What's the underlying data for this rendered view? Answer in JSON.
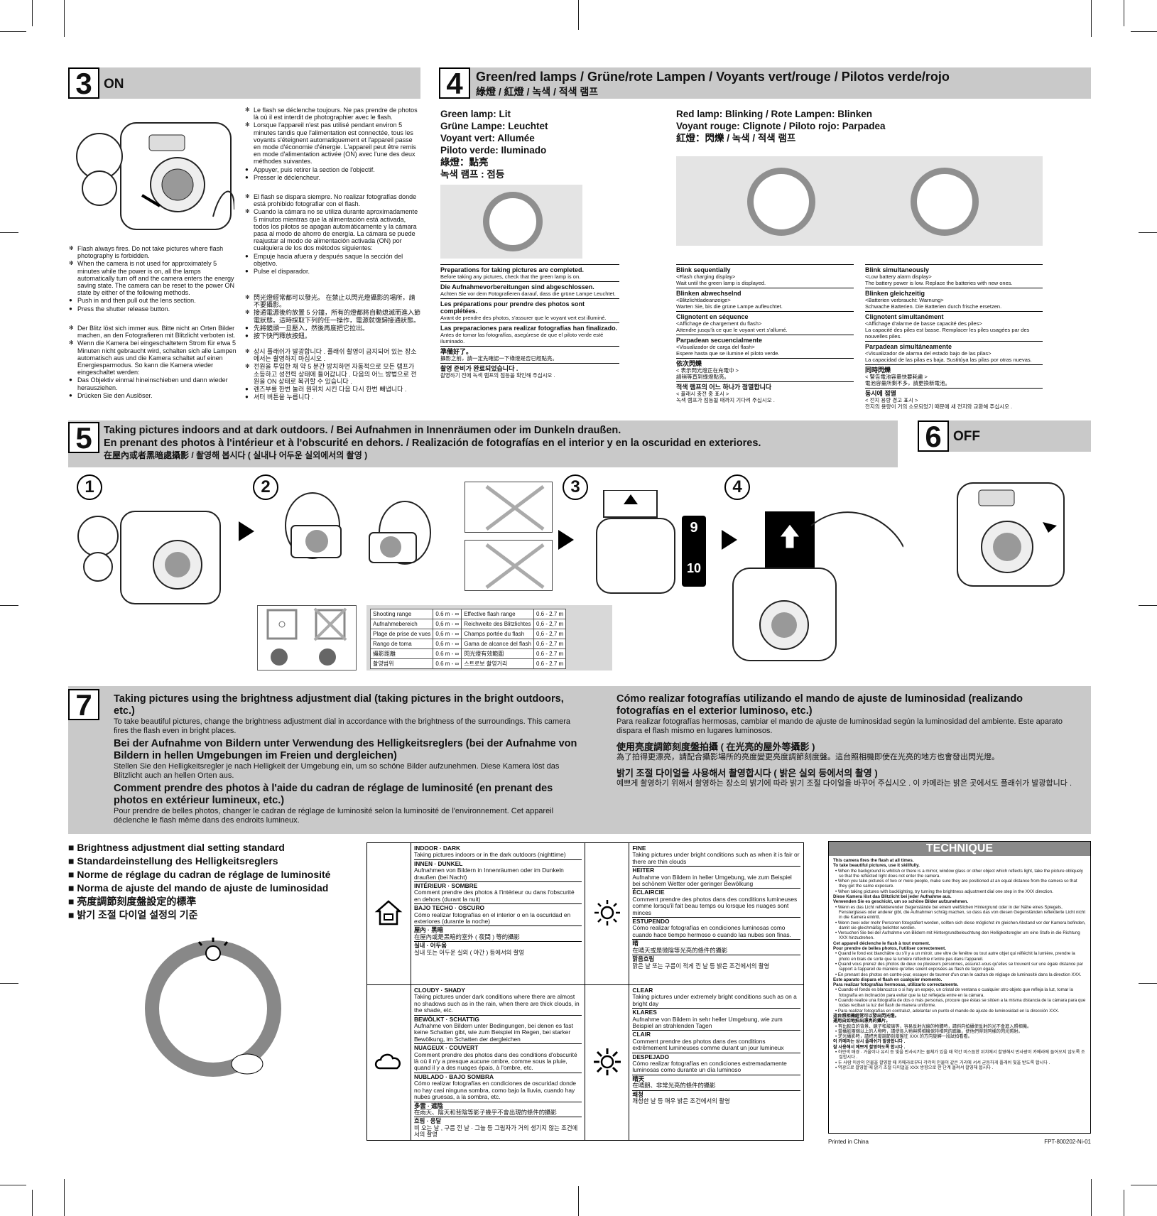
{
  "s3": {
    "num": "3",
    "title": "ON",
    "en": [
      {
        "m": "star",
        "t": "Flash always fires. Do not take pictures where flash photography is forbidden."
      },
      {
        "m": "star",
        "t": "When the camera is not used for approximately 5 minutes while the power is on, all the lamps automatically turn off and the camera enters the energy saving state. The camera can be reset to the power ON state by either of the following methods."
      },
      {
        "m": "dot",
        "t": "Push in and then pull out the lens section."
      },
      {
        "m": "dot",
        "t": "Press the shutter release button."
      }
    ],
    "de": [
      {
        "m": "star",
        "t": "Der Blitz löst sich immer aus. Bitte nicht an Orten Bilder machen, an den Fotografieren mit Blitzlicht verboten ist."
      },
      {
        "m": "star",
        "t": "Wenn die Kamera bei eingeschaltetem Strom für etwa 5 Minuten nicht gebraucht wird, schalten sich alle Lampen automatisch aus und die Kamera schaltet auf einen Energiesparmodus. So kann die Kamera wieder eingeschaltet werden:"
      },
      {
        "m": "dot",
        "t": "Das Objektiv einmal hineinschieben und dann wieder herausziehen."
      },
      {
        "m": "dot",
        "t": "Drücken Sie den Auslöser."
      }
    ],
    "fr": [
      {
        "m": "star",
        "t": "Le flash se déclenche toujours. Ne pas prendre de photos là où il est interdit de photographier avec le flash."
      },
      {
        "m": "star",
        "t": "Lorsque l'appareil n'est pas utilisé pendant environ 5 minutes tandis que l'alimentation est connectée, tous les voyants s'éteignent automatiquement et l'appareil passe en mode d'économie d'énergie. L'appareil peut être remis en mode d'alimentation activée (ON) avec l'une des deux méthodes suivantes."
      },
      {
        "m": "dot",
        "t": "Appuyer, puis retirer la section de l'objectif."
      },
      {
        "m": "dot",
        "t": "Presser le déclencheur."
      }
    ],
    "es": [
      {
        "m": "star",
        "t": "El flash se dispara siempre. No realizar fotografías donde está prohibido fotografiar con el flash."
      },
      {
        "m": "star",
        "t": "Cuando la cámara no se utiliza durante aproximadamente 5 minutos mientras que la alimentación está activada, todos los pilotos se apagan automáticamente y la cámara pasa al modo de ahorro de energía. La cámara se puede reajustar al modo de alimentación activada (ON) por cualquiera de los dos métodos siguientes:"
      },
      {
        "m": "dot",
        "t": "Empuje hacia afuera y después saque la sección del objetivo."
      },
      {
        "m": "dot",
        "t": "Pulse el disparador."
      }
    ],
    "zh": [
      {
        "m": "star",
        "t": "閃光燈經常都可以發光。 在禁止以閃光燈攝影的場所，請不要攝影。"
      },
      {
        "m": "star",
        "t": "接通電源後約放置 5 分鐘，所有的燈都將自動熄滅而進入節電狀態。這時採取下列的任一操作，電源就復歸接通狀態。"
      },
      {
        "m": "dot",
        "t": "先將鏡頭一旦壓入，然後再度把它拉出。"
      },
      {
        "m": "dot",
        "t": "按下快門釋放按鈕。"
      }
    ],
    "ko": [
      {
        "m": "star",
        "t": "상시 플래쉬가 발광합니다 . 플래쉬 촬영이 금지되어 있는 장소에서는 촬영하지 마십시오 ."
      },
      {
        "m": "star",
        "t": "전원을 투입한 채 약 5 분간 방치하면 자동적으로 모든 램프가 소등하고 성전력 상태에 들어갑니다 . 다음의 어느 방법으로 전원을 ON 상태로 복귀할 수 있습니다 ."
      },
      {
        "m": "dot",
        "t": "렌즈부를 한번 눌러 원위치 시킨 다음 다시 한번 빼냅니다 ."
      },
      {
        "m": "dot",
        "t": "셔터 버튼을 누릅니다 ."
      }
    ]
  },
  "s4": {
    "num": "4",
    "title": "Green/red lamps / Grüne/rote Lampen / Voyants vert/rouge / Pilotos verde/rojo",
    "subtitle": "綠燈 / 紅燈 / 녹색 / 적색 램프",
    "green": [
      "Green lamp: Lit",
      "Grüne Lampe: Leuchtet",
      "Voyant vert: Allumée",
      "Piloto verde:  Iluminado",
      "綠燈：點亮",
      "녹색 램프 : 점등"
    ],
    "red": [
      "Red lamp: Blinking / Rote Lampen: Blinken",
      "Voyant rouge: Clignote / Piloto rojo:  Parpadea",
      "紅燈：閃爍 / 녹색 / 적색 램프"
    ],
    "prep": [
      {
        "h": "Preparations for taking pictures are completed.",
        "t": "Before taking any pictures, check that the green lamp is on."
      },
      {
        "h": "Die Aufnahmevorbereitungen sind abgeschlossen.",
        "t": "Achten Sie vor dem Fotografieren darauf, dass die grüne Lampe Leuchtet."
      },
      {
        "h": "Les préparations pour prendre des photos sont complétées.",
        "t": "Avant de prendre des photos, s'assurer que le voyant vert est illuminé."
      },
      {
        "h": "Las preparaciones para realizar fotografías han finalizado.",
        "t": "Antes de tomar las fotografías, asegúrese de que el piloto verde esté iluminado."
      },
      {
        "h": "準備好了。",
        "t": "攝影之前，請一定先確認一下綠燈是否已經點亮。"
      },
      {
        "h": "촬영 준비가 완료되었습니다 .",
        "t": "촬영하기 전에 녹색 램프의 점등을 확인해 주십시오 ."
      }
    ],
    "blink_seq": [
      {
        "h": "Blink sequentially",
        "t": "<Flash charging display>",
        "s": "Wait until the green lamp is displayed."
      },
      {
        "h": "Blinken abwechselnd",
        "t": "<Blitzlichtladeanzeige>",
        "s": "Warten Sie, bis die grüne Lampe aufleuchtet."
      },
      {
        "h": "Clignotent en séquence",
        "t": "<Affichage de chargement du flash>",
        "s": "Attendre jusqu'à ce que le voyant vert s'allumé."
      },
      {
        "h": "Parpadean secuencialmente",
        "t": "<Visualizador de carga del flash>",
        "s": "Espere hasta que se ilumine el piloto verde."
      },
      {
        "h": "依次閃爍",
        "t": "< 表示閃光燈正在充電中 >",
        "s": "請稍等直到綠燈點亮。"
      },
      {
        "h": "적색 램프의 어느 하나가 점멸합니다",
        "t": "< 플래시 충전 중 표시 >",
        "s": "녹색 램프가 점등될 때까지 기다려 주십시오 ."
      }
    ],
    "blink_sim": [
      {
        "h": "Blink simultaneously",
        "t": "<Low battery alarm display>",
        "s": "The battery power is low. Replace the batteries with new ones."
      },
      {
        "h": "Blinken gleichzeitig",
        "t": "<Batterien verbraucht: Warnung>",
        "s": "Schwache Batterien. Die Batterien durch frische ersetzen."
      },
      {
        "h": "Clignotent simultanément",
        "t": "<Affichage d'alarme de basse capacité des piles>",
        "s": "La capacité des piles est basse.  Remplacer les piles usagées par des nouvelles piles."
      },
      {
        "h": "Parpadean simultáneamente",
        "t": "<Visualizador de alarma del estado bajo de las pilas>",
        "s": "La capacidad de las pilas es baja.  Sustitúya las pilas por otras nuevas."
      },
      {
        "h": "同時閃爍",
        "t": "< 警告電池容量快要耗盡 >",
        "s": "電池容量所剩不多，請更換新電池。"
      },
      {
        "h": "동시에 점멸",
        "t": "< 전지 용량 경고 표시 >",
        "s": "전지의 용량이 거의 소모되었기 때문에 새 전지와 교환해 주십시오 ."
      }
    ]
  },
  "s5": {
    "num": "5",
    "lines": [
      "Taking pictures indoors and at dark outdoors. / Bei Aufnahmen in Innenräumen oder im Dunkeln draußen.",
      "En prenant des photos à l'intérieur et à l'obscurité en dehors. / Realización de fotografías en el interior y en la oscuridad en exteriores.",
      "在屋內或者黑暗處攝影 / 촬영해 봅시다 ( 실내나 어두운 실외에서의 촬영 )"
    ],
    "steps": [
      "1",
      "2",
      "3",
      "4"
    ],
    "film_nums": [
      "9",
      "10"
    ],
    "range_table": [
      [
        "Shooting range",
        "0.6 m - ∞",
        "Effective flash range",
        "0.6 - 2.7 m"
      ],
      [
        "Aufnahmebereich",
        "0,6 m - ∞",
        "Reichweite des Blitzlichtes",
        "0,6 - 2,7 m"
      ],
      [
        "Plage de prise de vues",
        "0,6 m - ∞",
        "Champs portée du flash",
        "0,6 - 2,7 m"
      ],
      [
        "Rango de toma",
        "0,6 m - ∞",
        "Gama de alcance del flash",
        "0,6 - 2,7 m"
      ],
      [
        "攝影距離",
        "0.6 m - ∞",
        "閃光燈有效範圍",
        "0.6 - 2.7 m"
      ],
      [
        "촬영범위",
        "0.6 m - ∞",
        "스트로보 촬영거리",
        "0.6 - 2.7 m"
      ]
    ]
  },
  "s6": {
    "num": "6",
    "title": "OFF"
  },
  "s7": {
    "num": "7",
    "en_h": "Taking pictures using the brightness adjustment dial (taking pictures in the bright outdoors, etc.)",
    "en_t": "To take beautiful pictures, change the brightness adjustment dial in accordance with the brightness of the surroundings. This camera fires the flash even in bright places.",
    "de_h": "Bei der Aufnahme von Bildern unter Verwendung des Helligkeitsreglers (bei der Aufnahme von Bildern in hellen Umgebungen im Freien und dergleichen)",
    "de_t": "Stellen Sie den Helligkeitsregler je nach Helligkeit der Umgebung ein, um so schöne Bilder aufzunehmen. Diese Kamera löst das Blitzlicht auch an hellen Orten aus.",
    "fr_h": "Comment prendre des photos à l'aide du cadran de réglage de luminosité (en prenant des photos en extérieur lumineux, etc.)",
    "fr_t": "Pour prendre de belles photos, changer le cadran de réglage de luminosité selon la luminosité de l'environnement. Cet appareil déclenche le flash même dans des endroits lumineux.",
    "es_h": "Cómo realizar fotografías utilizando el mando de ajuste de luminosidad (realizando fotografías en el exterior luminoso, etc.)",
    "es_t": "Para realizar fotografías hermosas, cambiar el mando de ajuste de luminosidad según la luminosidad del ambiente. Este aparato dispara el flash mismo en lugares luminosos.",
    "zh_h": "使用亮度調節刻度盤拍攝 ( 在光亮的屋外等攝影 )",
    "zh_t": "為了拍得更漂亮，請配合攝影場所的亮度變更亮度調節刻度盤。這台照相機即使在光亮的地方也會發出閃光燈。",
    "ko_h": "밝기 조절 다이얼을 사용해서 촬영합시다 ( 밝은 실외 등에서의 촬영 )",
    "ko_t": "예쁘게 촬영하기 위해서 촬영하는 장소의 밝기에 따라 밝기 조절 다이얼을 바꾸어 주십시오 . 이 카메라는 밝은 곳에서도 플래쉬가 발광합니다 ."
  },
  "standard_list": [
    "Brightness adjustment dial setting standard",
    "Standardeinstellung des Helligkeitsreglers",
    "Norme de réglage du cadran de réglage de luminosité",
    "Norma de ajuste del mando de ajuste de luminosidad",
    "亮度調節刻度盤設定的標準",
    "밝기 조절 다이얼 설정의 기준"
  ],
  "std": {
    "indoor": [
      {
        "h": "INDOOR  ·  DARK",
        "t": "Taking pictures indoors or in the dark outdoors (nighttime)"
      },
      {
        "h": "INNEN  ·  DUNKEL",
        "t": "Aufnahmen von Bildern in Innenräumen oder im Dunkeln draußen (bei Nacht)"
      },
      {
        "h": "INTÉRIEUR  ·  SOMBRE",
        "t": "Comment prendre des photos à l'intérieur ou dans l'obscurité en dehors (durant la nuit)"
      },
      {
        "h": "BAJO TECHO  ·  OSCURO",
        "t": "Cómo realizar fotografías en el interior o en la oscuridad en exteriores (durante la noche)"
      },
      {
        "h": "屋內 · 黑暗",
        "t": "在屋內或是黑暗的室外 ( 夜間 ) 等的攝影"
      },
      {
        "h": "실내 · 어두움",
        "t": "실내 또는 어두운 실외 ( 야간 ) 등에서의 촬영"
      }
    ],
    "fine": [
      {
        "h": "FINE",
        "t": "Taking pictures under bright conditions such as when it is fair or there are thin clouds"
      },
      {
        "h": "HEITER",
        "t": "Aufnahme von Bildern in heller Umgebung, wie zum Beispiel bei schönem Wetter oder geringer Bewölkung"
      },
      {
        "h": "ÉCLAIRCIE",
        "t": "Comment prendre des photos dans des conditions lumineuses comme lorsqu'il fait beau temps ou lorsque les nuages sont minces"
      },
      {
        "h": "ESTUPENDO",
        "t": "Cómo realizar fotografías en condiciones luminosas como cuando hace tiempo hermoso o cuando las nubes son finas."
      },
      {
        "h": "晴",
        "t": "在晴天或是微陰等光亮的條件的攝影"
      },
      {
        "h": "맑음흐림",
        "t": "맑은 날 또는 구름이 적게 낀 날 등 밝은 조건에서의 촬영"
      }
    ],
    "cloudy": [
      {
        "h": "CLOUDY  ·  SHADY",
        "t": "Taking pictures under dark conditions where there are almost no shadows such as in the rain, when there are thick clouds, in the shade, etc."
      },
      {
        "h": "BEWÖLKT  ·  SCHATTIG",
        "t": "Aufnahme von Bildern unter Bedingungen, bei denen es fast keine Schatten gibt, wie zum Beispiel im Regen, bei starker Bewölkung, im Schatten der dergleichen"
      },
      {
        "h": "NUAGEUX  ·  COUVERT",
        "t": "Comment prendre des photos dans des conditions d'obscurité là où il n'y a presque aucune ombre, comme sous la pluie, quand il y a des nuages épais, à l'ombre, etc."
      },
      {
        "h": "NUBLADO  ·  BAJO SOMBRA",
        "t": "Cómo realizar fotografías en condiciones de oscuridad donde no hay casi ninguna sombra, como bajo la lluvia, cuando hay nubes gruesas, a la sombra, etc."
      },
      {
        "h": "多雲 · 遮陰",
        "t": "在雨天、陰天和背陰等影子幾乎不會出現的條件的攝影"
      },
      {
        "h": "흐림 · 응달",
        "t": "비 오는 날 , 구름 낀 날 · 그늘 등 그림자가 거의 생기지 않는 조건에서의 촬영"
      }
    ],
    "clear": [
      {
        "h": "CLEAR",
        "t": "Taking pictures under extremely bright conditions such as on a bright day"
      },
      {
        "h": "KLARES",
        "t": "Aufnahme von Bildern in sehr heller Umgebung, wie zum Beispiel an strahlenden Tagen"
      },
      {
        "h": "CLAIR",
        "t": "Comment prendre des photos dans des conditions extrêmement lumineuses comme durant un jour lumineux"
      },
      {
        "h": "DESPEJADO",
        "t": "Cómo realizar fotografías en condiciones extremadamente luminosas como durante un día luminoso"
      },
      {
        "h": "晴天",
        "t": "在晴朗、非常光亮的條件的攝影"
      },
      {
        "h": "쾌청",
        "t": "쾌청한 날 등 매우 밝은 조건에서의 촬영"
      }
    ]
  },
  "technique": {
    "title": "TECHNIQUE",
    "blocks": [
      {
        "h": [
          "This camera fires the flash at all times.",
          "To take beautiful pictures, use it skillfully."
        ],
        "items": [
          "When the background is whitish or there is a mirror, window glass or other object which reflects light, take the picture obliquely so that the reflected light does not enter the camera.",
          "When you take pictures of two or more people, make sure they are positioned at an equal distance from the camera so that they get the same exposure.",
          "When taking pictures with backlighting, try turning the brightness adjustment dial one step in the XXX direction."
        ]
      },
      {
        "h": [
          "Diese Kamera löst das Blitzlicht bei jeder Aufnahme aus.",
          "Verwenden Sie es geschickt, um so schöne Bilder aufzunehmen."
        ],
        "items": [
          "Wenn es das Licht reflektierender Gegenstände bei einem weißlichen Hintergrund oder in der Nähe eines Spiegels, Fensterglases oder anderer gibt, die Aufnahmen schräg machen, so dass das von diesen Gegenständen reflektierte Licht nicht in die Kamera eintritt.",
          "Wenn zwei oder mehr Personen fotografiert werden, sollten sich diese möglichst im gleichen Abstand vor der Kamera befinden, damit sie gleichmäßig belichtet werden.",
          "Versuchen Sie bei der Aufnahme von Bildern mit Hintergrundbeleuchtung den Helligkeitsregler um eine Stufe in die Richtung XXX hinzudrehen."
        ]
      },
      {
        "h": [
          "Cet appareil déclenche le flash à tout moment.",
          "Pour prendre de belles photos, l'utiliser correctement."
        ],
        "items": [
          "Quand le fond est blanchâtre ou s'il y a un miroir, une vitre de fenêtre ou tout autre objet qui réfléchit la lumière, prendre la photo en biais de sorte que la lumière réfléchie n'entre pas dans l'appareil.",
          "Quand vous prenez des photos de deux ou plusieurs personnes, assurez-vous qu'elles se trouvent sur une égale distance par rapport à l'appareil de manière qu'elles soient exposées au flash de façon égale.",
          "En prenant des photos en contre-jour, essayer de tourner d'un cran le cadran de réglage de luminosité dans la direction XXX."
        ]
      },
      {
        "h": [
          "Este aparato dispara el flash en cualquier momento.",
          "Para realizar fotografías hermosas, utilizarlo correctamente."
        ],
        "items": [
          "Cuando el fondo es blancuzco o si hay un espejo, un cristal de ventana o cualquier otro objeto que refleja la luz, tomar la fotografía en inclinación para evitar que la luz reflejada entre en la cámara.",
          "Cuando realice una fotografía de dos o más personas, procure que éstas se sitúen a la misma distancia de la cámara para que todas reciban la luz del flash de manera uniforme.",
          "Para realizar fotografías en contraluz, adelantar un punto el mando de ajuste de luminosidad en la dirección XXX."
        ]
      },
      {
        "h": [
          "這台照相機經常可以發出閃光燈。",
          "運用自如地拍出漂亮的攝片。"
        ],
        "items": [
          "有比較白的背景、鏡子和玻璃等，容易反射光線的物體時，請斜向拍攝使反射的光不會進入照相機。",
          "當攝影兩個以上的人物時，請使各人物與照相機保持相同的距離，使他們得到同樣的閃光照射。",
          "逆光攝影時，請把亮度調節刻度盤往 XXX 的方向旋轉一段試拍看看。"
        ]
      },
      {
        "h": [
          "이 카메라는 상시 플래쉬가 발광합니다 .",
          "잘 사용해서 예쁘게 촬영하도록 합시다 ."
        ],
        "items": [
          "하얀색 배경 · 거울이나 유리 등 빛을 반사시키는 물체가 있을 때 약간 비스듬한 위치에서 촬영해서 반사광이 카메라에 들어오지 않도록 조절합시다 .",
          "두 사람 이상의 인물을 촬영할 때 카메라로부터 각각의 인물이 같은 거리에 서서 균등하게 플래쉬 빛을 받도록 합시다 .",
          "역광으로 촬영할 때 밝기 조절 다이얼을 XXX 방향으로 한 단계 돌려서 촬영해 봅시다 ."
        ]
      }
    ]
  },
  "footer": {
    "left": "Printed in China",
    "right": "FPT-800202-Ni-01"
  }
}
